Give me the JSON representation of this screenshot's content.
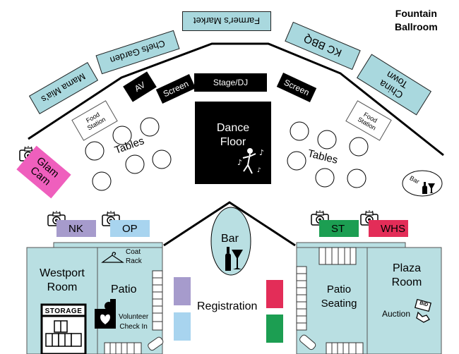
{
  "title": {
    "line1": "Fountain",
    "line2": "Ballroom"
  },
  "stalls": {
    "farmers_market": "Farmer's Market",
    "chefs_garden": "Chefs Garden",
    "mama_mias": "Mama Mia's",
    "kc_bbq": "KC BBQ",
    "china_town": "China Town"
  },
  "av": "AV",
  "screen_left": "Screen",
  "screen_right": "Screen",
  "stage": "Stage/DJ",
  "dance_floor": {
    "line1": "Dance",
    "line2": "Floor"
  },
  "food_station_left": {
    "line1": "Food",
    "line2": "Station"
  },
  "food_station_right": {
    "line1": "Food",
    "line2": "Station"
  },
  "tables_left": "Tables",
  "tables_right": "Tables",
  "glam_cam": {
    "line1": "Glam",
    "line2": "Cam"
  },
  "bar_right": "Bar",
  "bar_center": "Bar",
  "photo_badges": {
    "nk": "NK",
    "op": "OP",
    "st": "ST",
    "whs": "WHS"
  },
  "rooms": {
    "westport": {
      "line1": "Westport",
      "line2": "Room"
    },
    "storage": "STORAGE",
    "patio_left": "Patio",
    "coat_rack": {
      "line1": "Coat",
      "line2": "Rack"
    },
    "volunteer": {
      "line1": "Volunteer",
      "line2": "Check In"
    },
    "registration": "Registration",
    "patio_seating": {
      "line1": "Patio",
      "line2": "Seating"
    },
    "plaza": {
      "line1": "Plaza",
      "line2": "Room"
    },
    "auction": "Auction",
    "bid_sign": "BID"
  },
  "colors": {
    "stall": "#a9d8de",
    "glam_cam": "#ef5fbd",
    "nk_badge": "#a69bcc",
    "op_badge": "#a8d4ef",
    "st_badge": "#1c9e52",
    "whs_badge": "#e32d58",
    "rooms": "#b9dfe2",
    "registration_purple": "#a69bcc",
    "registration_blue": "#a8d4ef",
    "registration_red": "#e32d58",
    "registration_green": "#1c9e52"
  },
  "icon_names": [
    "camera-icon",
    "dancer-icon",
    "wine-bottle-icon",
    "cocktail-icon",
    "hanger-icon",
    "volunteer-heart-icon",
    "auction-hand-icon",
    "storage-icon"
  ]
}
